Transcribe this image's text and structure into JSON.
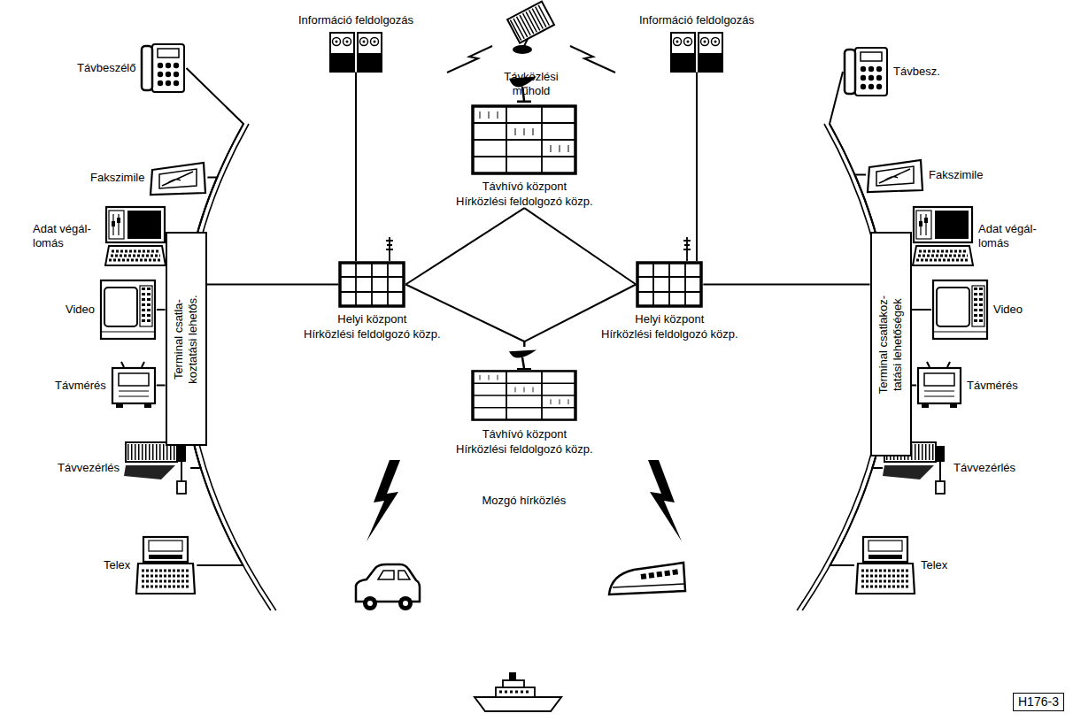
{
  "diagram": {
    "nodes": [
      {
        "text": [
          "Információ feldolgozás"
        ]
      },
      {
        "text": [
          "Távközlési műhold"
        ]
      },
      {
        "text": [
          "Információ feldolgozás"
        ]
      },
      {
        "text": [
          "Távbeszélő"
        ]
      },
      {
        "text": [
          "Fakszimile"
        ]
      },
      {
        "text": [
          "Adat végál- lomás"
        ]
      },
      {
        "text": [
          "Video"
        ]
      },
      {
        "text": [
          "Távmérés"
        ]
      },
      {
        "text": [
          "Távvezérlés"
        ]
      },
      {
        "text": [
          "Telex"
        ]
      },
      {
        "text": [
          "Terminal csatla- koztatási lehetős."
        ]
      },
      {
        "text": [
          "Helyi központ",
          "Hírközlési feldolgozó közp."
        ]
      },
      {
        "text": [
          "Távhívó központ",
          "Hírközlési feldolgozó közp."
        ]
      },
      {
        "text": [
          "Távhívó központ",
          "Hírközlési feldolgozó közp."
        ]
      },
      {
        "text": [
          "Helyi központ",
          "Hírközlési feldolgozó közp."
        ]
      },
      {
        "text": [
          "Terminal csatlakoz- tatási lehetőségek"
        ]
      },
      {
        "text": [
          "Távbesz."
        ]
      },
      {
        "text": [
          "Fakszimile"
        ]
      },
      {
        "text": [
          "Adat végál- lomás"
        ]
      },
      {
        "text": [
          "Video"
        ]
      },
      {
        "text": [
          "Távmérés"
        ]
      },
      {
        "text": [
          "Távvezérlés"
        ]
      },
      {
        "text": [
          "Telex"
        ]
      },
      {
        "text": [
          "H176-3"
        ]
      }
    ],
    "edges": [
      {
        "from": 3,
        "to": 10,
        "arrow": "none"
      },
      {
        "from": 4,
        "to": 10,
        "arrow": "none"
      },
      {
        "from": 5,
        "to": 10,
        "arrow": "none"
      },
      {
        "from": 6,
        "to": 10,
        "arrow": "none"
      },
      {
        "from": 7,
        "to": 10,
        "arrow": "none"
      },
      {
        "from": 8,
        "to": 10,
        "arrow": "none"
      },
      {
        "from": 9,
        "to": 10,
        "arrow": "none"
      },
      {
        "from": 10,
        "to": 11,
        "arrow": "none"
      },
      {
        "from": 0,
        "to": 11,
        "arrow": "none"
      },
      {
        "from": 11,
        "to": 12,
        "arrow": "none"
      },
      {
        "from": 12,
        "to": 14,
        "arrow": "none"
      },
      {
        "from": 11,
        "to": 13,
        "arrow": "none"
      },
      {
        "from": 13,
        "to": 14,
        "arrow": "none"
      },
      {
        "from": 2,
        "to": 14,
        "arrow": "none"
      },
      {
        "from": 14,
        "to": 15,
        "arrow": "none"
      },
      {
        "from": 16,
        "to": 15,
        "arrow": "none"
      },
      {
        "from": 17,
        "to": 15,
        "arrow": "none"
      },
      {
        "from": 18,
        "to": 15,
        "arrow": "none"
      },
      {
        "from": 19,
        "to": 15,
        "arrow": "none"
      },
      {
        "from": 20,
        "to": 15,
        "arrow": "none"
      },
      {
        "from": 21,
        "to": 15,
        "arrow": "none"
      },
      {
        "from": 22,
        "to": 15,
        "arrow": "none"
      }
    ],
    "labels": [
      "Mozgó hírközlés"
    ]
  }
}
